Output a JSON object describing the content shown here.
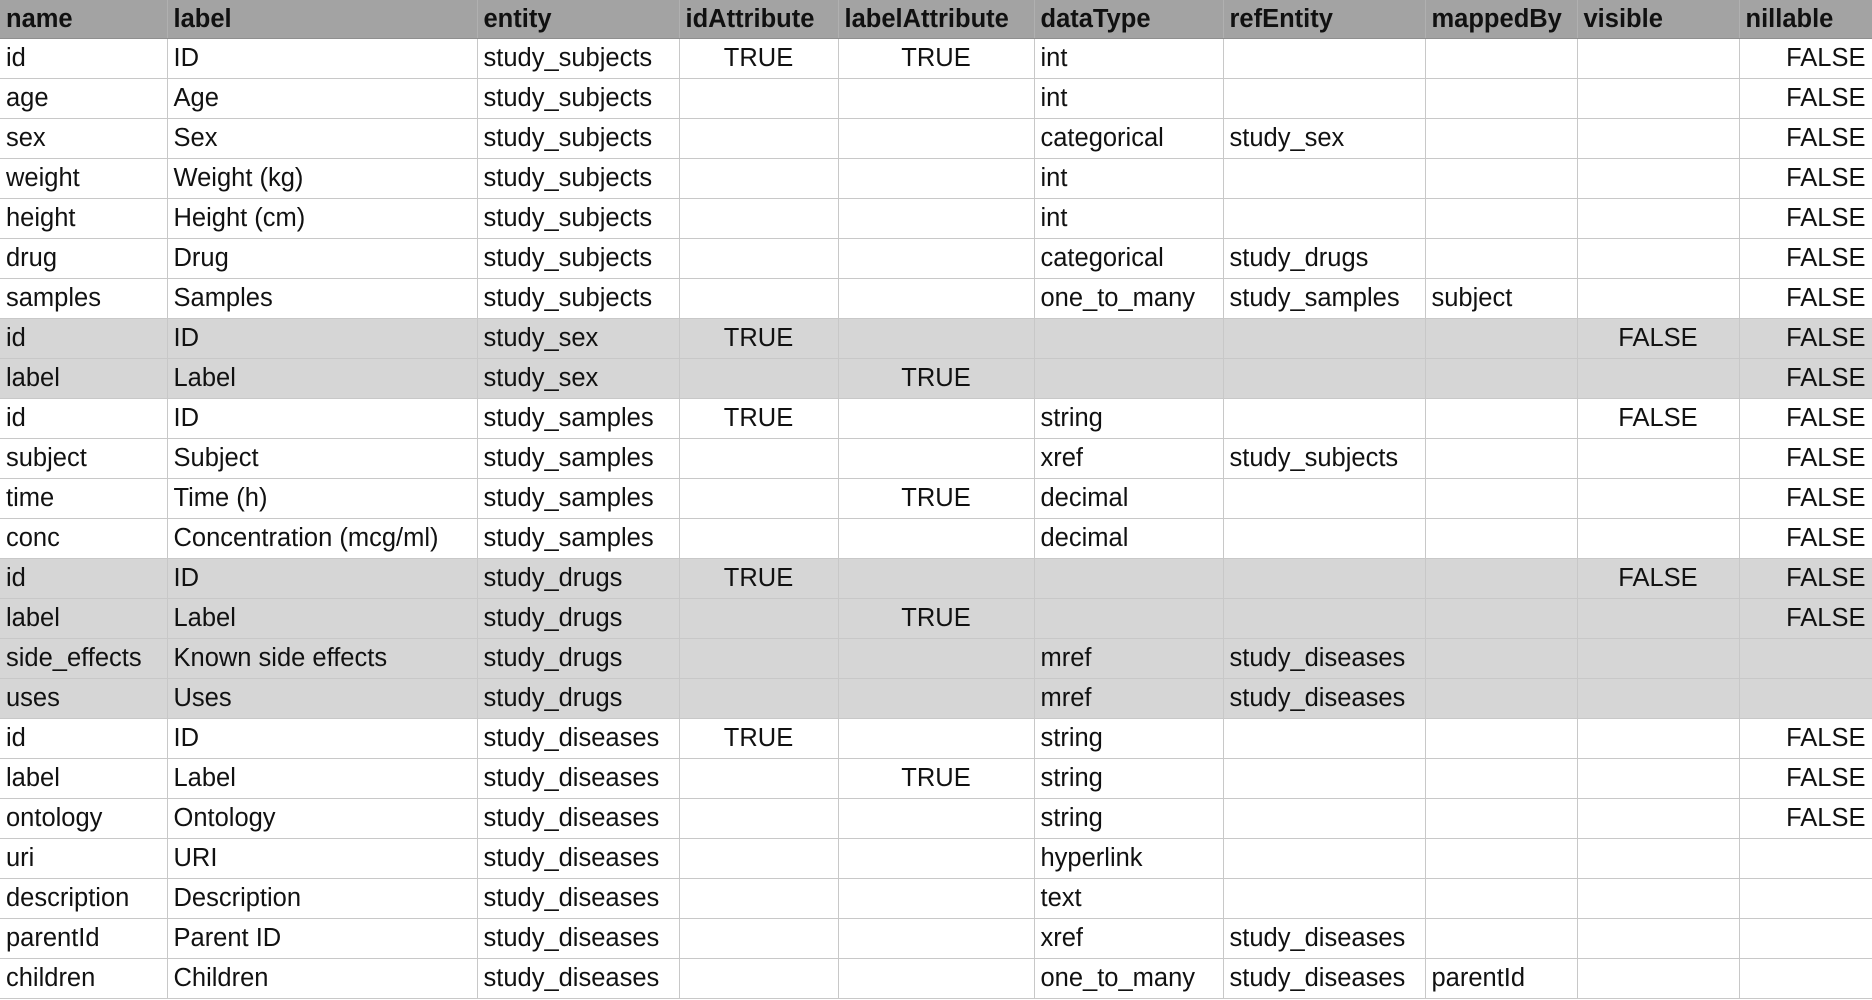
{
  "columns": [
    "name",
    "label",
    "entity",
    "idAttribute",
    "labelAttribute",
    "dataType",
    "refEntity",
    "mappedBy",
    "visible",
    "nillable"
  ],
  "rows": [
    {
      "cells": [
        "id",
        "ID",
        "study_subjects",
        "TRUE",
        "TRUE",
        "int",
        "",
        "",
        "",
        "FALSE"
      ],
      "shaded": false
    },
    {
      "cells": [
        "age",
        "Age",
        "study_subjects",
        "",
        "",
        "int",
        "",
        "",
        "",
        "FALSE"
      ],
      "shaded": false
    },
    {
      "cells": [
        "sex",
        "Sex",
        "study_subjects",
        "",
        "",
        "categorical",
        "study_sex",
        "",
        "",
        "FALSE"
      ],
      "shaded": false
    },
    {
      "cells": [
        "weight",
        "Weight (kg)",
        "study_subjects",
        "",
        "",
        "int",
        "",
        "",
        "",
        "FALSE"
      ],
      "shaded": false
    },
    {
      "cells": [
        "height",
        "Height (cm)",
        "study_subjects",
        "",
        "",
        "int",
        "",
        "",
        "",
        "FALSE"
      ],
      "shaded": false
    },
    {
      "cells": [
        "drug",
        "Drug",
        "study_subjects",
        "",
        "",
        "categorical",
        "study_drugs",
        "",
        "",
        "FALSE"
      ],
      "shaded": false
    },
    {
      "cells": [
        "samples",
        "Samples",
        "study_subjects",
        "",
        "",
        "one_to_many",
        "study_samples",
        "subject",
        "",
        "FALSE"
      ],
      "shaded": false
    },
    {
      "cells": [
        "id",
        "ID",
        "study_sex",
        "TRUE",
        "",
        "",
        "",
        "",
        "FALSE",
        "FALSE"
      ],
      "shaded": true
    },
    {
      "cells": [
        "label",
        "Label",
        "study_sex",
        "",
        "TRUE",
        "",
        "",
        "",
        "",
        "FALSE"
      ],
      "shaded": true
    },
    {
      "cells": [
        "id",
        "ID",
        "study_samples",
        "TRUE",
        "",
        "string",
        "",
        "",
        "FALSE",
        "FALSE"
      ],
      "shaded": false
    },
    {
      "cells": [
        "subject",
        "Subject",
        "study_samples",
        "",
        "",
        "xref",
        "study_subjects",
        "",
        "",
        "FALSE"
      ],
      "shaded": false
    },
    {
      "cells": [
        "time",
        "Time (h)",
        "study_samples",
        "",
        "TRUE",
        "decimal",
        "",
        "",
        "",
        "FALSE"
      ],
      "shaded": false
    },
    {
      "cells": [
        "conc",
        "Concentration (mcg/ml)",
        "study_samples",
        "",
        "",
        "decimal",
        "",
        "",
        "",
        "FALSE"
      ],
      "shaded": false
    },
    {
      "cells": [
        "id",
        "ID",
        "study_drugs",
        "TRUE",
        "",
        "",
        "",
        "",
        "FALSE",
        "FALSE"
      ],
      "shaded": true
    },
    {
      "cells": [
        "label",
        "Label",
        "study_drugs",
        "",
        "TRUE",
        "",
        "",
        "",
        "",
        "FALSE"
      ],
      "shaded": true
    },
    {
      "cells": [
        "side_effects",
        "Known side effects",
        "study_drugs",
        "",
        "",
        "mref",
        "study_diseases",
        "",
        "",
        ""
      ],
      "shaded": true
    },
    {
      "cells": [
        "uses",
        "Uses",
        "study_drugs",
        "",
        "",
        "mref",
        "study_diseases",
        "",
        "",
        ""
      ],
      "shaded": true
    },
    {
      "cells": [
        "id",
        "ID",
        "study_diseases",
        "TRUE",
        "",
        "string",
        "",
        "",
        "",
        "FALSE"
      ],
      "shaded": false
    },
    {
      "cells": [
        "label",
        "Label",
        "study_diseases",
        "",
        "TRUE",
        "string",
        "",
        "",
        "",
        "FALSE"
      ],
      "shaded": false
    },
    {
      "cells": [
        "ontology",
        "Ontology",
        "study_diseases",
        "",
        "",
        "string",
        "",
        "",
        "",
        "FALSE"
      ],
      "shaded": false
    },
    {
      "cells": [
        "uri",
        "URI",
        "study_diseases",
        "",
        "",
        "hyperlink",
        "",
        "",
        "",
        ""
      ],
      "shaded": false
    },
    {
      "cells": [
        "description",
        "Description",
        "study_diseases",
        "",
        "",
        "text",
        "",
        "",
        "",
        ""
      ],
      "shaded": false
    },
    {
      "cells": [
        "parentId",
        "Parent ID",
        "study_diseases",
        "",
        "",
        "xref",
        "study_diseases",
        "",
        "",
        ""
      ],
      "shaded": false
    },
    {
      "cells": [
        "children",
        "Children",
        "study_diseases",
        "",
        "",
        "one_to_many",
        "study_diseases",
        "parentId",
        "",
        ""
      ],
      "shaded": false
    }
  ]
}
